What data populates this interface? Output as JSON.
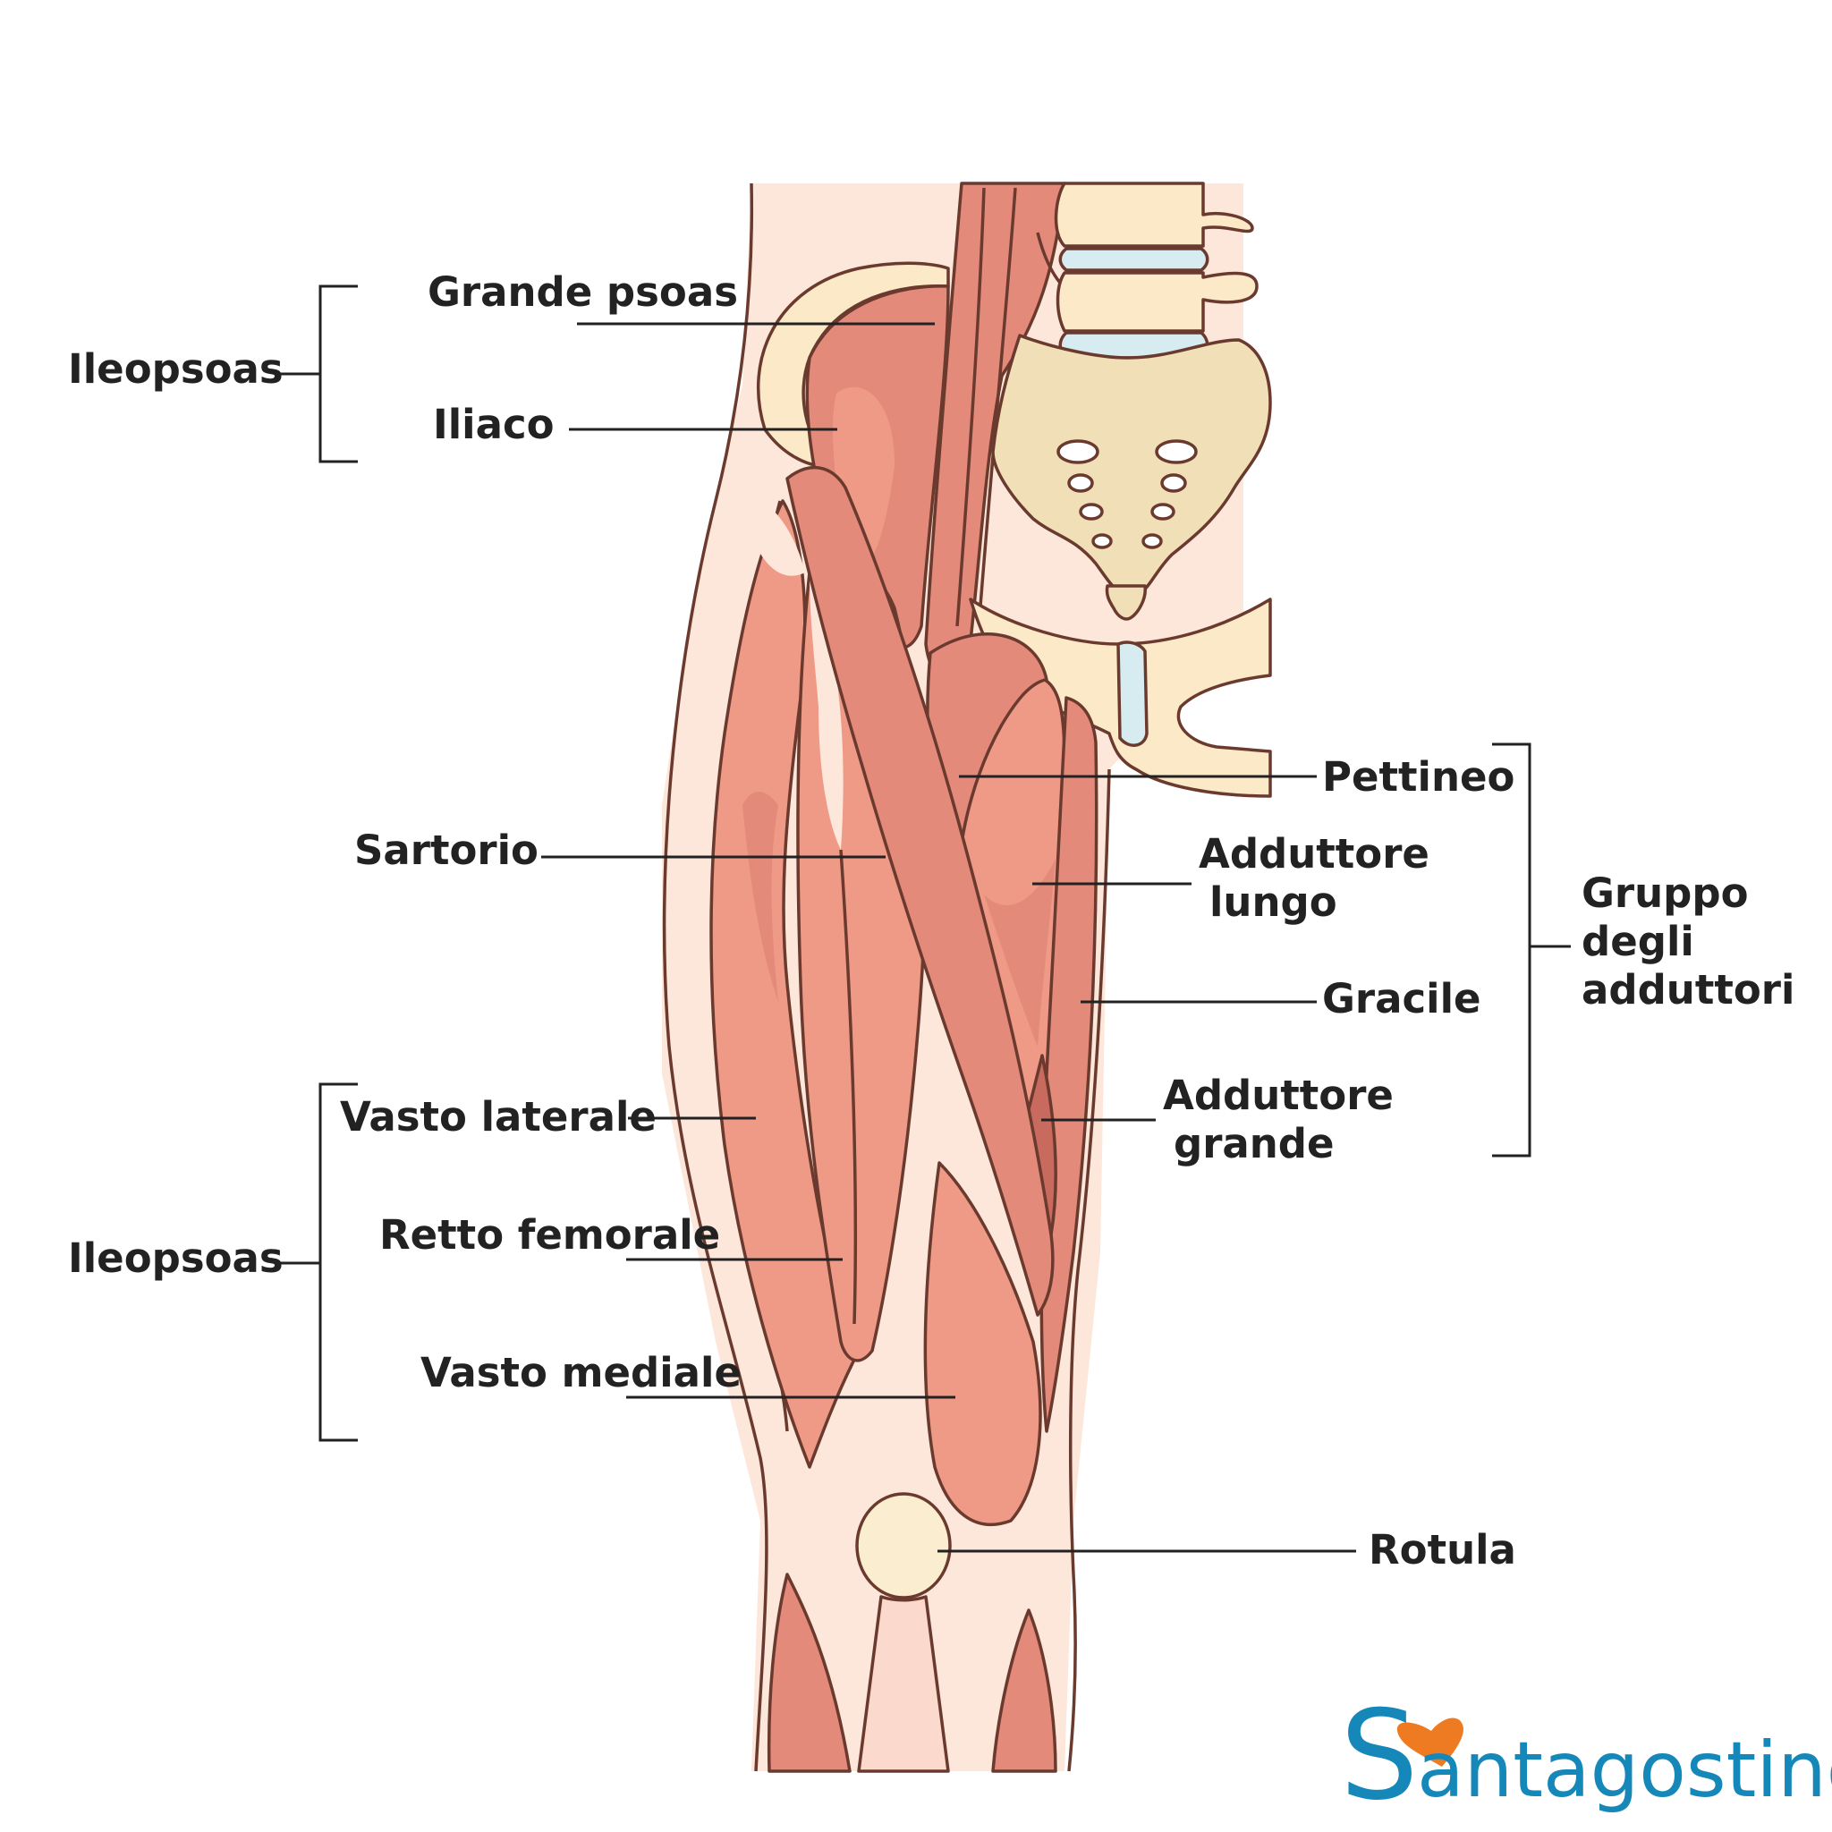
{
  "labels": {
    "grande_psoas": "Grande psoas",
    "iliaco": "Iliaco",
    "ileopsoas_top": "Ileopsoas",
    "sartorio": "Sartorio",
    "vasto_laterale": "Vasto laterale",
    "retto_femorale": "Retto femorale",
    "vasto_mediale": "Vasto mediale",
    "ileopsoas_bottom": "Ileopsoas",
    "pettineo": "Pettineo",
    "adduttore_lungo_1": "Adduttore",
    "adduttore_lungo_2": "lungo",
    "gracile": "Gracile",
    "adduttore_grande_1": "Adduttore",
    "adduttore_grande_2": "grande",
    "gruppo_1": "Gruppo",
    "gruppo_2": "degli",
    "gruppo_3": "adduttori",
    "rotula": "Rotula"
  },
  "logo": {
    "s": "S",
    "rest": "antagostino"
  },
  "colors": {
    "skin": "#fde6da",
    "muscle_light": "#ef9a87",
    "muscle_mid": "#e48a7b",
    "muscle_dark": "#c96a5e",
    "bone": "#f1dfb8",
    "vertebra": "#fbe9c8",
    "disc": "#d6ecf0",
    "outline": "#6b3a2e",
    "logo_blue": "#1587b8",
    "logo_orange": "#ee7b22"
  }
}
